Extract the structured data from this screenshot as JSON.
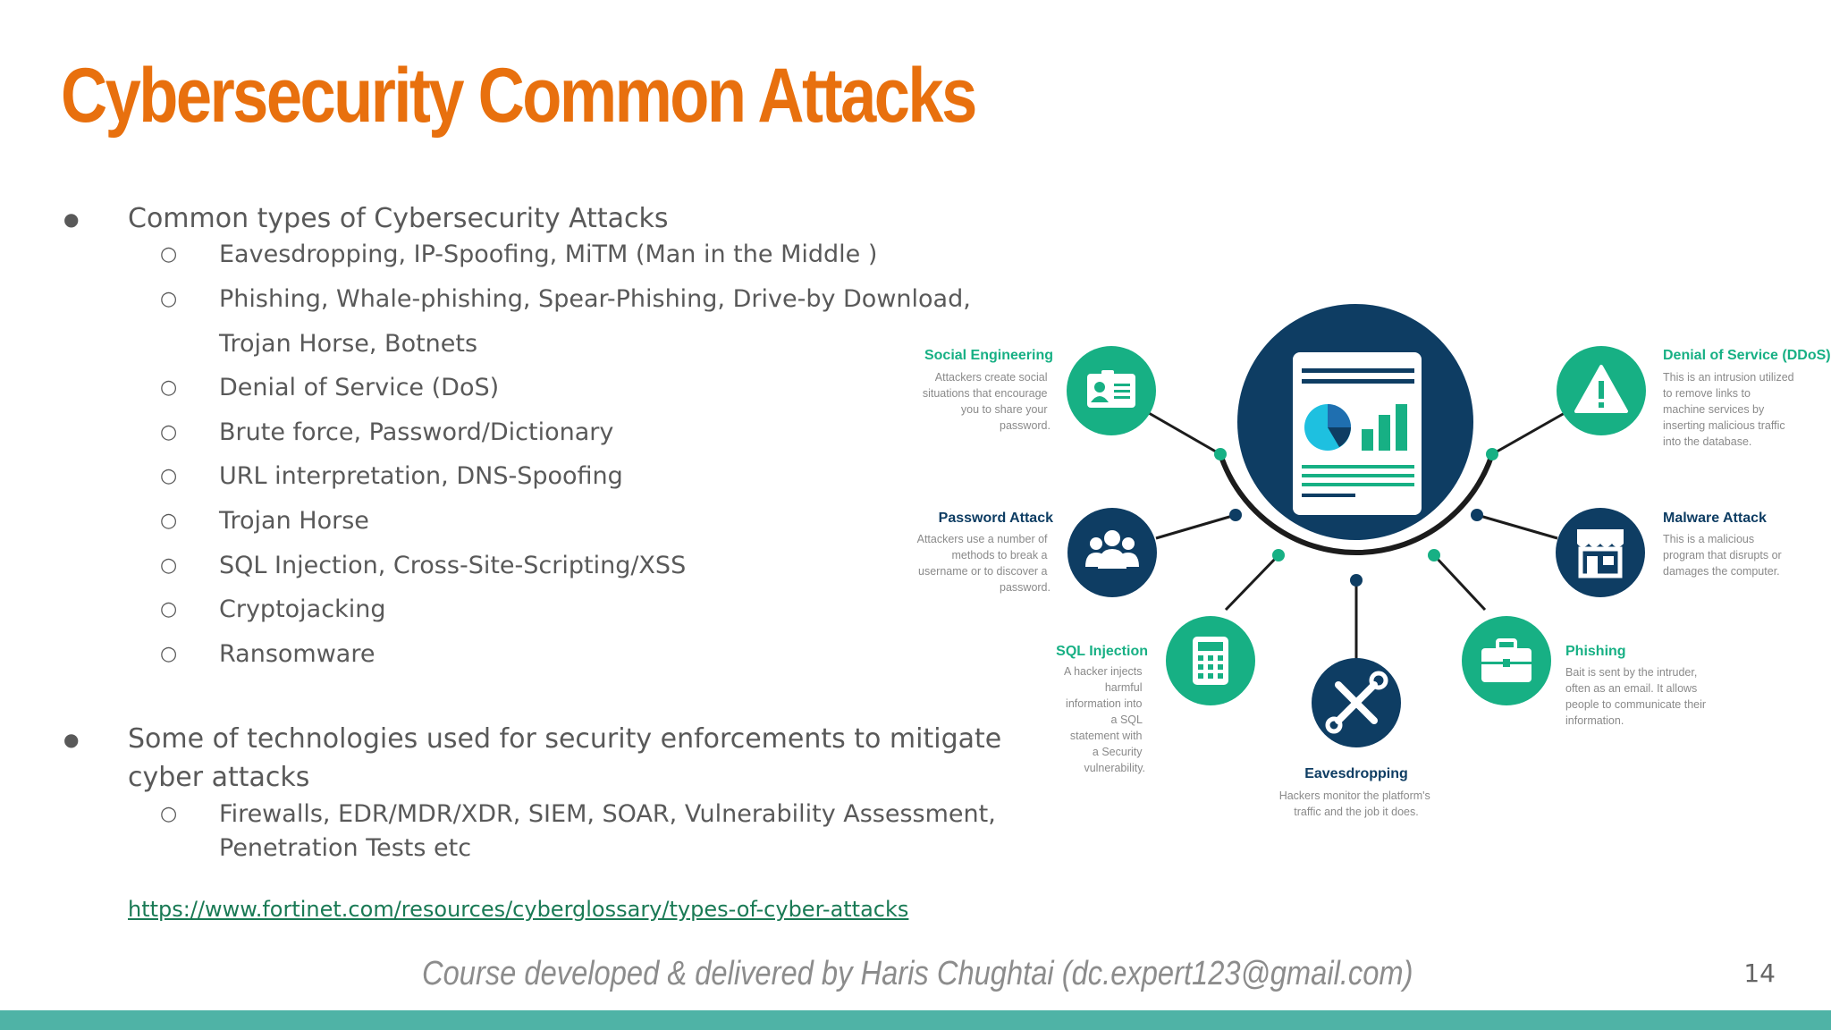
{
  "slide": {
    "title": "Cybersecurity Common Attacks",
    "page_number": "14",
    "footer": "Course developed & delivered by Haris Chughtai (dc.expert123@gmail.com)",
    "link": "https://www.fortinet.com/resources/cyberglossary/types-of-cyber-attacks"
  },
  "bullets": [
    {
      "text": "Common types of Cybersecurity Attacks",
      "sub": [
        "Eavesdropping, IP-Spoofing, MiTM (Man in the Middle )",
        "Phishing, Whale-phishing, Spear-Phishing, Drive-by Download,",
        "Trojan Horse, Botnets",
        "Denial of Service (DoS)",
        "Brute force, Password/Dictionary",
        "URL interpretation, DNS-Spoofing",
        "Trojan Horse",
        "SQL Injection, Cross-Site-Scripting/XSS",
        "Cryptojacking",
        "Ransomware"
      ]
    },
    {
      "text_line1": "Some of technologies used for security enforcements to mitigate",
      "text_line2": "cyber attacks",
      "sub_line1": "Firewalls, EDR/MDR/XDR, SIEM, SOAR, Vulnerability Assessment,",
      "sub_line2": "Penetration Tests etc"
    }
  ],
  "diagram": {
    "colors": {
      "navy": "#0e3d63",
      "green": "#17b084",
      "dark": "#1c1c1c"
    },
    "nodes": [
      {
        "title": "Social Engineering",
        "desc": [
          "Attackers create social",
          "situations that encourage",
          "you to share your",
          "password."
        ],
        "icon": "contact-card-icon",
        "color": "green"
      },
      {
        "title": "Password Attack",
        "desc": [
          "Attackers use a number of",
          "methods to break a",
          "username or to discover a",
          "password."
        ],
        "icon": "users-group-icon",
        "color": "navy"
      },
      {
        "title": "SQL Injection",
        "desc": [
          "A hacker injects",
          "harmful",
          "information into",
          "a SQL",
          "statement with",
          "a Security",
          "vulnerability."
        ],
        "icon": "calculator-icon",
        "color": "green"
      },
      {
        "title": "Eavesdropping",
        "desc": [
          "Hackers monitor the platform's",
          "traffic and the job it does."
        ],
        "icon": "tools-icon",
        "color": "navy"
      },
      {
        "title": "Phishing",
        "desc": [
          "Bait is sent by the intruder,",
          "often as an email. It allows",
          "people to communicate their",
          "information."
        ],
        "icon": "briefcase-icon",
        "color": "green"
      },
      {
        "title": "Malware Attack",
        "desc": [
          "This is a malicious",
          "program that disrupts or",
          "damages the computer."
        ],
        "icon": "storefront-icon",
        "color": "navy"
      },
      {
        "title": "Denial of Service (DDoS)",
        "desc": [
          "This is an intrusion utilized",
          "to remove links to",
          "machine services by",
          "inserting malicious traffic",
          "into the database."
        ],
        "icon": "warning-icon",
        "color": "green"
      }
    ]
  }
}
